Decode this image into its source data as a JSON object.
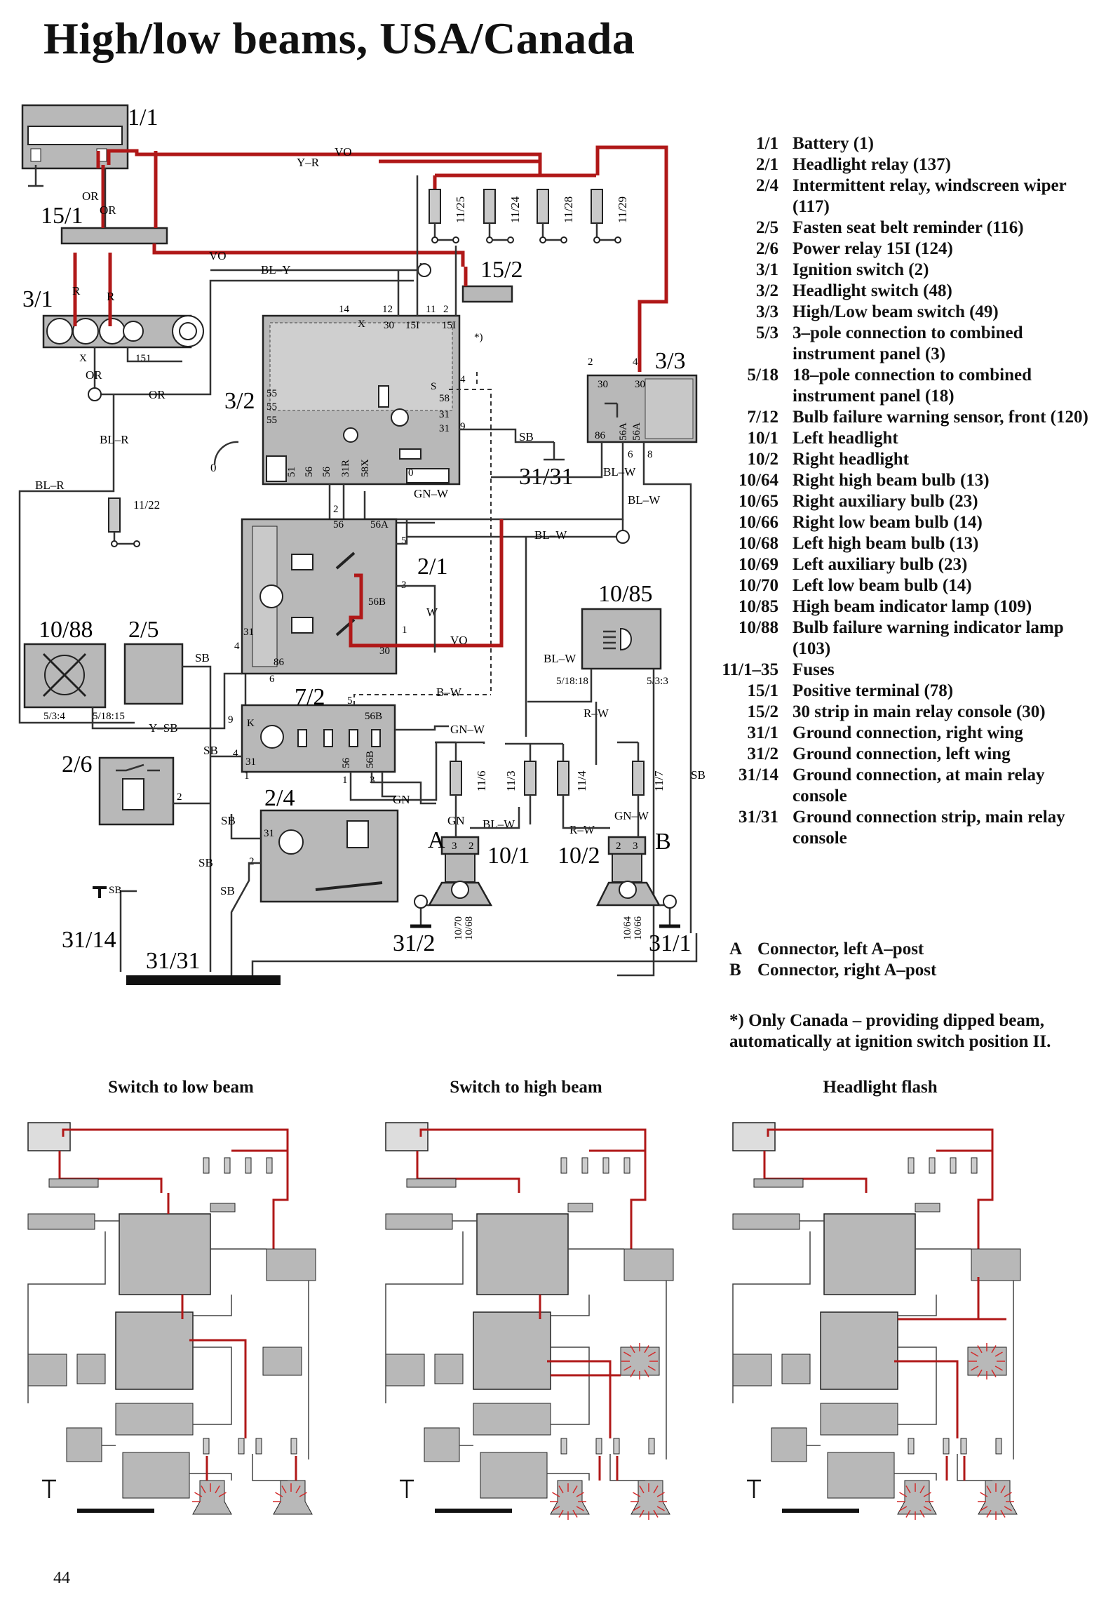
{
  "page": {
    "title": "High/low beams, USA/Canada",
    "page_number": "44"
  },
  "colors": {
    "live_wire": "#b01818",
    "wire": "#333333",
    "component_fill": "#b8b8b8",
    "ground_bar": "#111111",
    "lamp_glow": "#d22a2a"
  },
  "legend": [
    {
      "code": "1/1",
      "desc": "Battery (1)"
    },
    {
      "code": "2/1",
      "desc": "Headlight relay (137)"
    },
    {
      "code": "2/4",
      "desc": "Intermittent relay, windscreen wiper (117)"
    },
    {
      "code": "2/5",
      "desc": "Fasten seat belt reminder (116)"
    },
    {
      "code": "2/6",
      "desc": "Power relay 15I (124)"
    },
    {
      "code": "3/1",
      "desc": "Ignition switch (2)"
    },
    {
      "code": "3/2",
      "desc": "Headlight switch (48)"
    },
    {
      "code": "3/3",
      "desc": "High/Low beam switch (49)"
    },
    {
      "code": "5/3",
      "desc": "3–pole connection to combined instrument panel (3)"
    },
    {
      "code": "5/18",
      "desc": "18–pole connection to combined instrument panel (18)"
    },
    {
      "code": "7/12",
      "desc": "Bulb failure warning sensor, front (120)"
    },
    {
      "code": "10/1",
      "desc": "Left headlight"
    },
    {
      "code": "10/2",
      "desc": "Right headlight"
    },
    {
      "code": "10/64",
      "desc": "Right high beam bulb (13)"
    },
    {
      "code": "10/65",
      "desc": "Right auxiliary bulb (23)"
    },
    {
      "code": "10/66",
      "desc": "Right low beam bulb (14)"
    },
    {
      "code": "10/68",
      "desc": "Left high beam bulb (13)"
    },
    {
      "code": "10/69",
      "desc": "Left auxiliary bulb (23)"
    },
    {
      "code": "10/70",
      "desc": "Left low beam bulb (14)"
    },
    {
      "code": "10/85",
      "desc": "High beam indicator lamp (109)"
    },
    {
      "code": "10/88",
      "desc": "Bulb failure warning indicator lamp (103)"
    },
    {
      "code": "11/1–35",
      "desc": "Fuses"
    },
    {
      "code": "15/1",
      "desc": "Positive terminal (78)"
    },
    {
      "code": "15/2",
      "desc": "30 strip in main relay console (30)"
    },
    {
      "code": "31/1",
      "desc": "Ground connection, right wing"
    },
    {
      "code": "31/2",
      "desc": "Ground connection, left wing"
    },
    {
      "code": "31/14",
      "desc": "Ground connection, at main relay console"
    },
    {
      "code": "31/31",
      "desc": "Ground connection strip, main relay console"
    }
  ],
  "connectors": [
    {
      "code": "A",
      "desc": "Connector, left A–post"
    },
    {
      "code": "B",
      "desc": "Connector, right A–post"
    }
  ],
  "footnote": "*) Only Canada – providing dipped beam, automatically at ignition switch position II.",
  "captions": {
    "low": "Switch to low beam",
    "high": "Switch to high beam",
    "flash": "Headlight flash"
  },
  "diagram": {
    "components": {
      "c1_1": "1/1",
      "c15_1": "15/1",
      "c3_1": "3/1",
      "c15_2": "15/2",
      "c3_2": "3/2",
      "c3_3": "3/3",
      "c2_1": "2/1",
      "c10_85": "10/85",
      "c10_88": "10/88",
      "c2_5": "2/5",
      "c7_2": "7/2",
      "c2_6": "2/6",
      "c2_4": "2/4",
      "c31_14": "31/14",
      "c31_31a": "31/31",
      "c31_31b": "31/31",
      "c31_2": "31/2",
      "c31_1": "31/1",
      "c10_1": "10/1",
      "c10_2": "10/2",
      "connA": "A",
      "connB": "B"
    },
    "fuses": [
      "11/25",
      "11/24",
      "11/28",
      "11/29"
    ],
    "fuses_lower": [
      "11/6",
      "11/3",
      "11/4",
      "11/7"
    ],
    "fuse_single": "11/22",
    "wires": {
      "vo1": "VO",
      "yr": "Y–R",
      "or1": "OR",
      "or2": "OR",
      "vo2": "VO",
      "bly": "BL–Y",
      "r1": "R",
      "r2": "R",
      "or3": "OR",
      "or4": "OR",
      "blr": "BL–R",
      "blr2": "BL–R",
      "gnw": "GN–W",
      "blw1": "BL–W",
      "blw2": "BL–W",
      "blw3": "BL–W",
      "sb1": "SB",
      "vo3": "VO",
      "bw": "B–W",
      "ysb": "Y–SB",
      "gnw2": "GN–W",
      "rw": "R–W",
      "rw2": "R–W",
      "gn": "GN",
      "gn2": "GN",
      "blw4": "BL–W",
      "gnw3": "GN–W",
      "sb2": "SB",
      "sb3": "SB",
      "sb4": "SB",
      "sb5": "SB",
      "sb6": "SB",
      "sb7": "SB",
      "sb8": "SB",
      "x": "X",
      "k": "K",
      "w": "W"
    },
    "pins": {
      "p14": "14",
      "p12": "12",
      "p11": "11",
      "p2": "2",
      "px": "X",
      "p30": "30",
      "p151": "15I",
      "p151b": "15I",
      "p4": "4",
      "p58": "58",
      "p31": "31",
      "p31b": "31",
      "p9": "9",
      "pS": "S",
      "p55a": "55",
      "p55b": "55",
      "p55c": "55",
      "p51": "51",
      "p56": "56",
      "p56b": "56",
      "p31R": "31R",
      "p58X": "58X",
      "p0": "0",
      "pr2": "2",
      "pr4": "4",
      "pr30a": "30",
      "pr30b": "30",
      "pr86": "86",
      "pr56A": "56A",
      "pr56Ab": "56A",
      "pr6": "6",
      "pr8": "8",
      "ps151": "151",
      "q2": "2",
      "q56": "56",
      "q56A": "56A",
      "q5": "5",
      "q3": "3",
      "q56B": "56B",
      "q1": "1",
      "q31": "31",
      "q30": "30",
      "q4": "4",
      "q86": "86",
      "q6": "6",
      "k5": "5",
      "k9": "9",
      "k56B": "56B",
      "k4": "4",
      "k31": "31",
      "k56": "56",
      "k56B2": "56B",
      "k1": "1",
      "k3": "3",
      "d31": "31",
      "d2": "2",
      "d1": "1",
      "e2": "2",
      "p5318": "5/18:18",
      "p533": "5/3:3",
      "p534": "5/3:4",
      "p51815": "5/18:15",
      "a3": "3",
      "a2": "2",
      "b2": "2",
      "b3": "3",
      "b1070": "10/70",
      "b1068": "10/68",
      "b1064": "10/64",
      "b1066": "10/66",
      "star": "*)"
    }
  }
}
